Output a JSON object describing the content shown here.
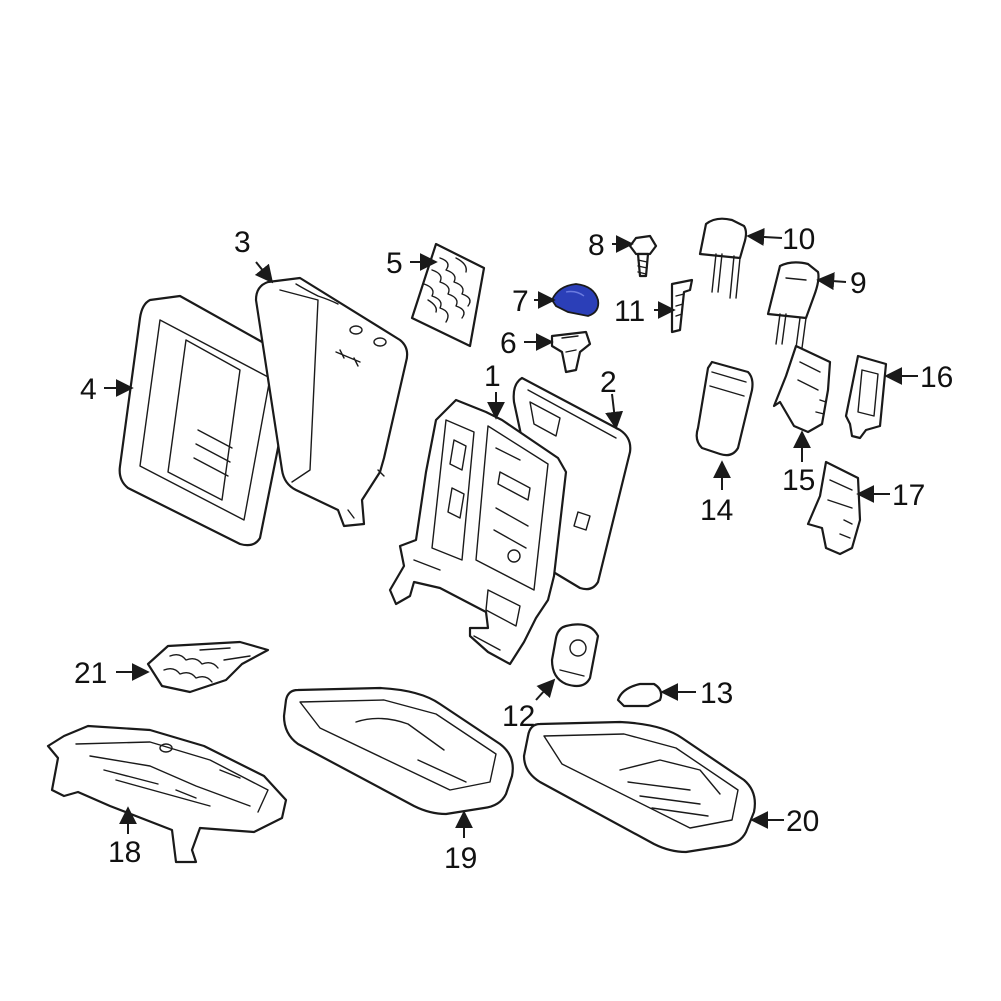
{
  "highlight_color": "#2b3fb8",
  "line_color": "#1a1a1a",
  "highlighted_part": "7",
  "callouts": [
    {
      "id": "1",
      "label": "1"
    },
    {
      "id": "2",
      "label": "2"
    },
    {
      "id": "3",
      "label": "3"
    },
    {
      "id": "4",
      "label": "4"
    },
    {
      "id": "5",
      "label": "5"
    },
    {
      "id": "6",
      "label": "6"
    },
    {
      "id": "7",
      "label": "7"
    },
    {
      "id": "8",
      "label": "8"
    },
    {
      "id": "9",
      "label": "9"
    },
    {
      "id": "10",
      "label": "10"
    },
    {
      "id": "11",
      "label": "11"
    },
    {
      "id": "12",
      "label": "12"
    },
    {
      "id": "13",
      "label": "13"
    },
    {
      "id": "14",
      "label": "14"
    },
    {
      "id": "15",
      "label": "15"
    },
    {
      "id": "16",
      "label": "16"
    },
    {
      "id": "17",
      "label": "17"
    },
    {
      "id": "18",
      "label": "18"
    },
    {
      "id": "19",
      "label": "19"
    },
    {
      "id": "20",
      "label": "20"
    },
    {
      "id": "21",
      "label": "21"
    }
  ]
}
